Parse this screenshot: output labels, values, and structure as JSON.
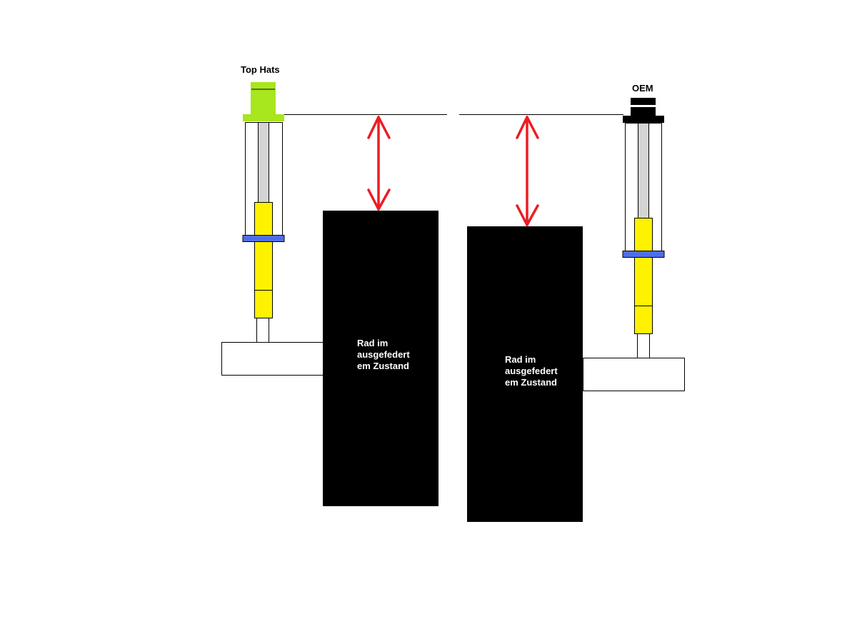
{
  "labels": {
    "left_mount": "Top Hats",
    "right_mount": "OEM"
  },
  "wheel_left": {
    "line1": "Rad im",
    "line2": "ausgefedert",
    "line3": "em Zustand"
  },
  "wheel_right": {
    "line1": "Rad im",
    "line2": "ausgefedert",
    "line3": "em Zustand"
  },
  "colors": {
    "top_hat": "#a8e61d",
    "oem_mount": "#000000",
    "damper_body": "#fff200",
    "spring_seat": "#4f6ee6",
    "piston_rod": "#d4d4d4",
    "arrow": "#ed1c24",
    "wheel": "#000000"
  }
}
